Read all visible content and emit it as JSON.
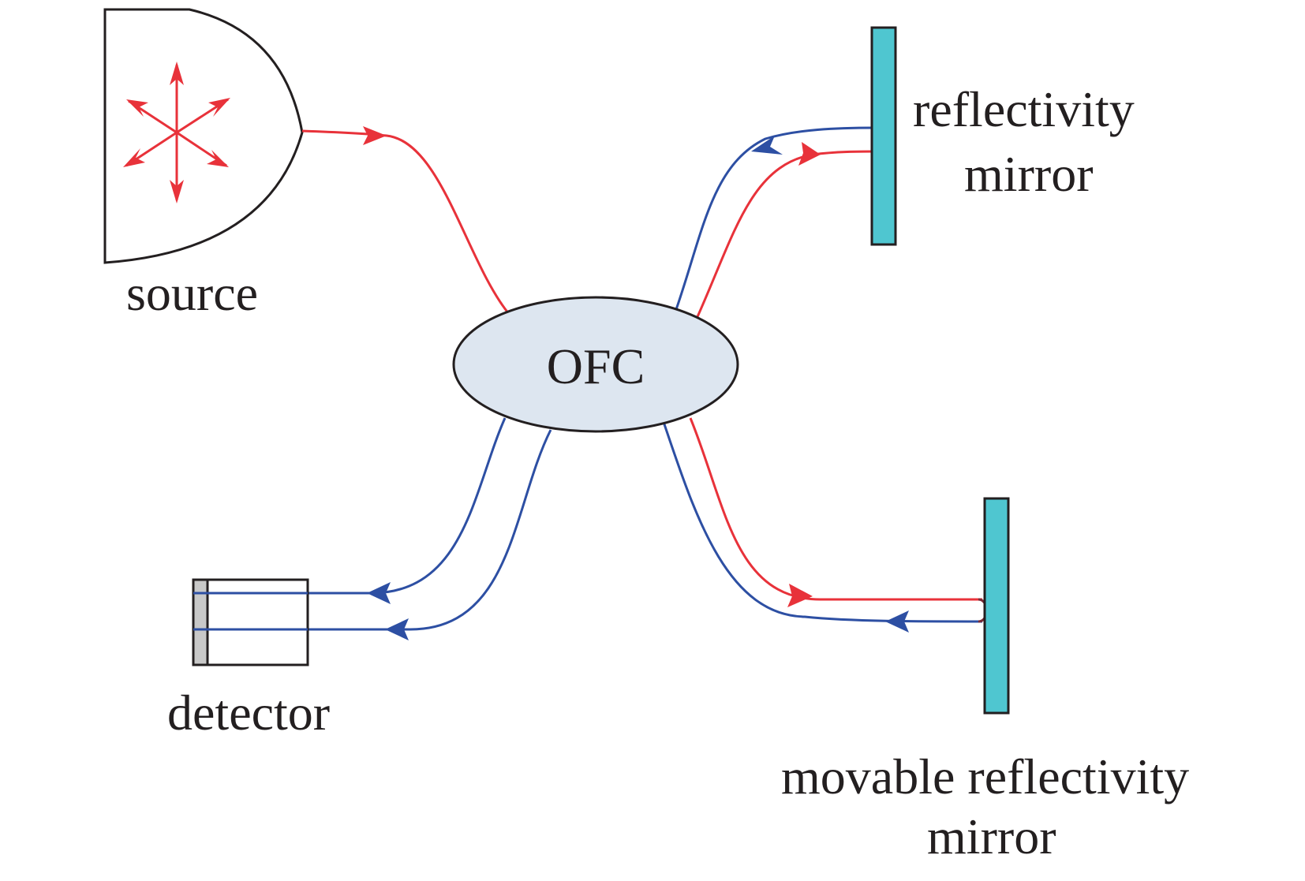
{
  "labels": {
    "source": "source",
    "ofc": "OFC",
    "detector": "detector",
    "mirror1_line1": "reflectivity",
    "mirror1_line2": "mirror",
    "mirror2_line1": "movable reflectivity",
    "mirror2_line2": "mirror"
  },
  "colors": {
    "forward_light": "#e8323a",
    "return_light": "#2d4fa3",
    "mirror_fill": "#4fc6d0",
    "ofc_fill": "#dde6f0",
    "detector_face": "#c8c8c8",
    "outline": "#231f20"
  }
}
